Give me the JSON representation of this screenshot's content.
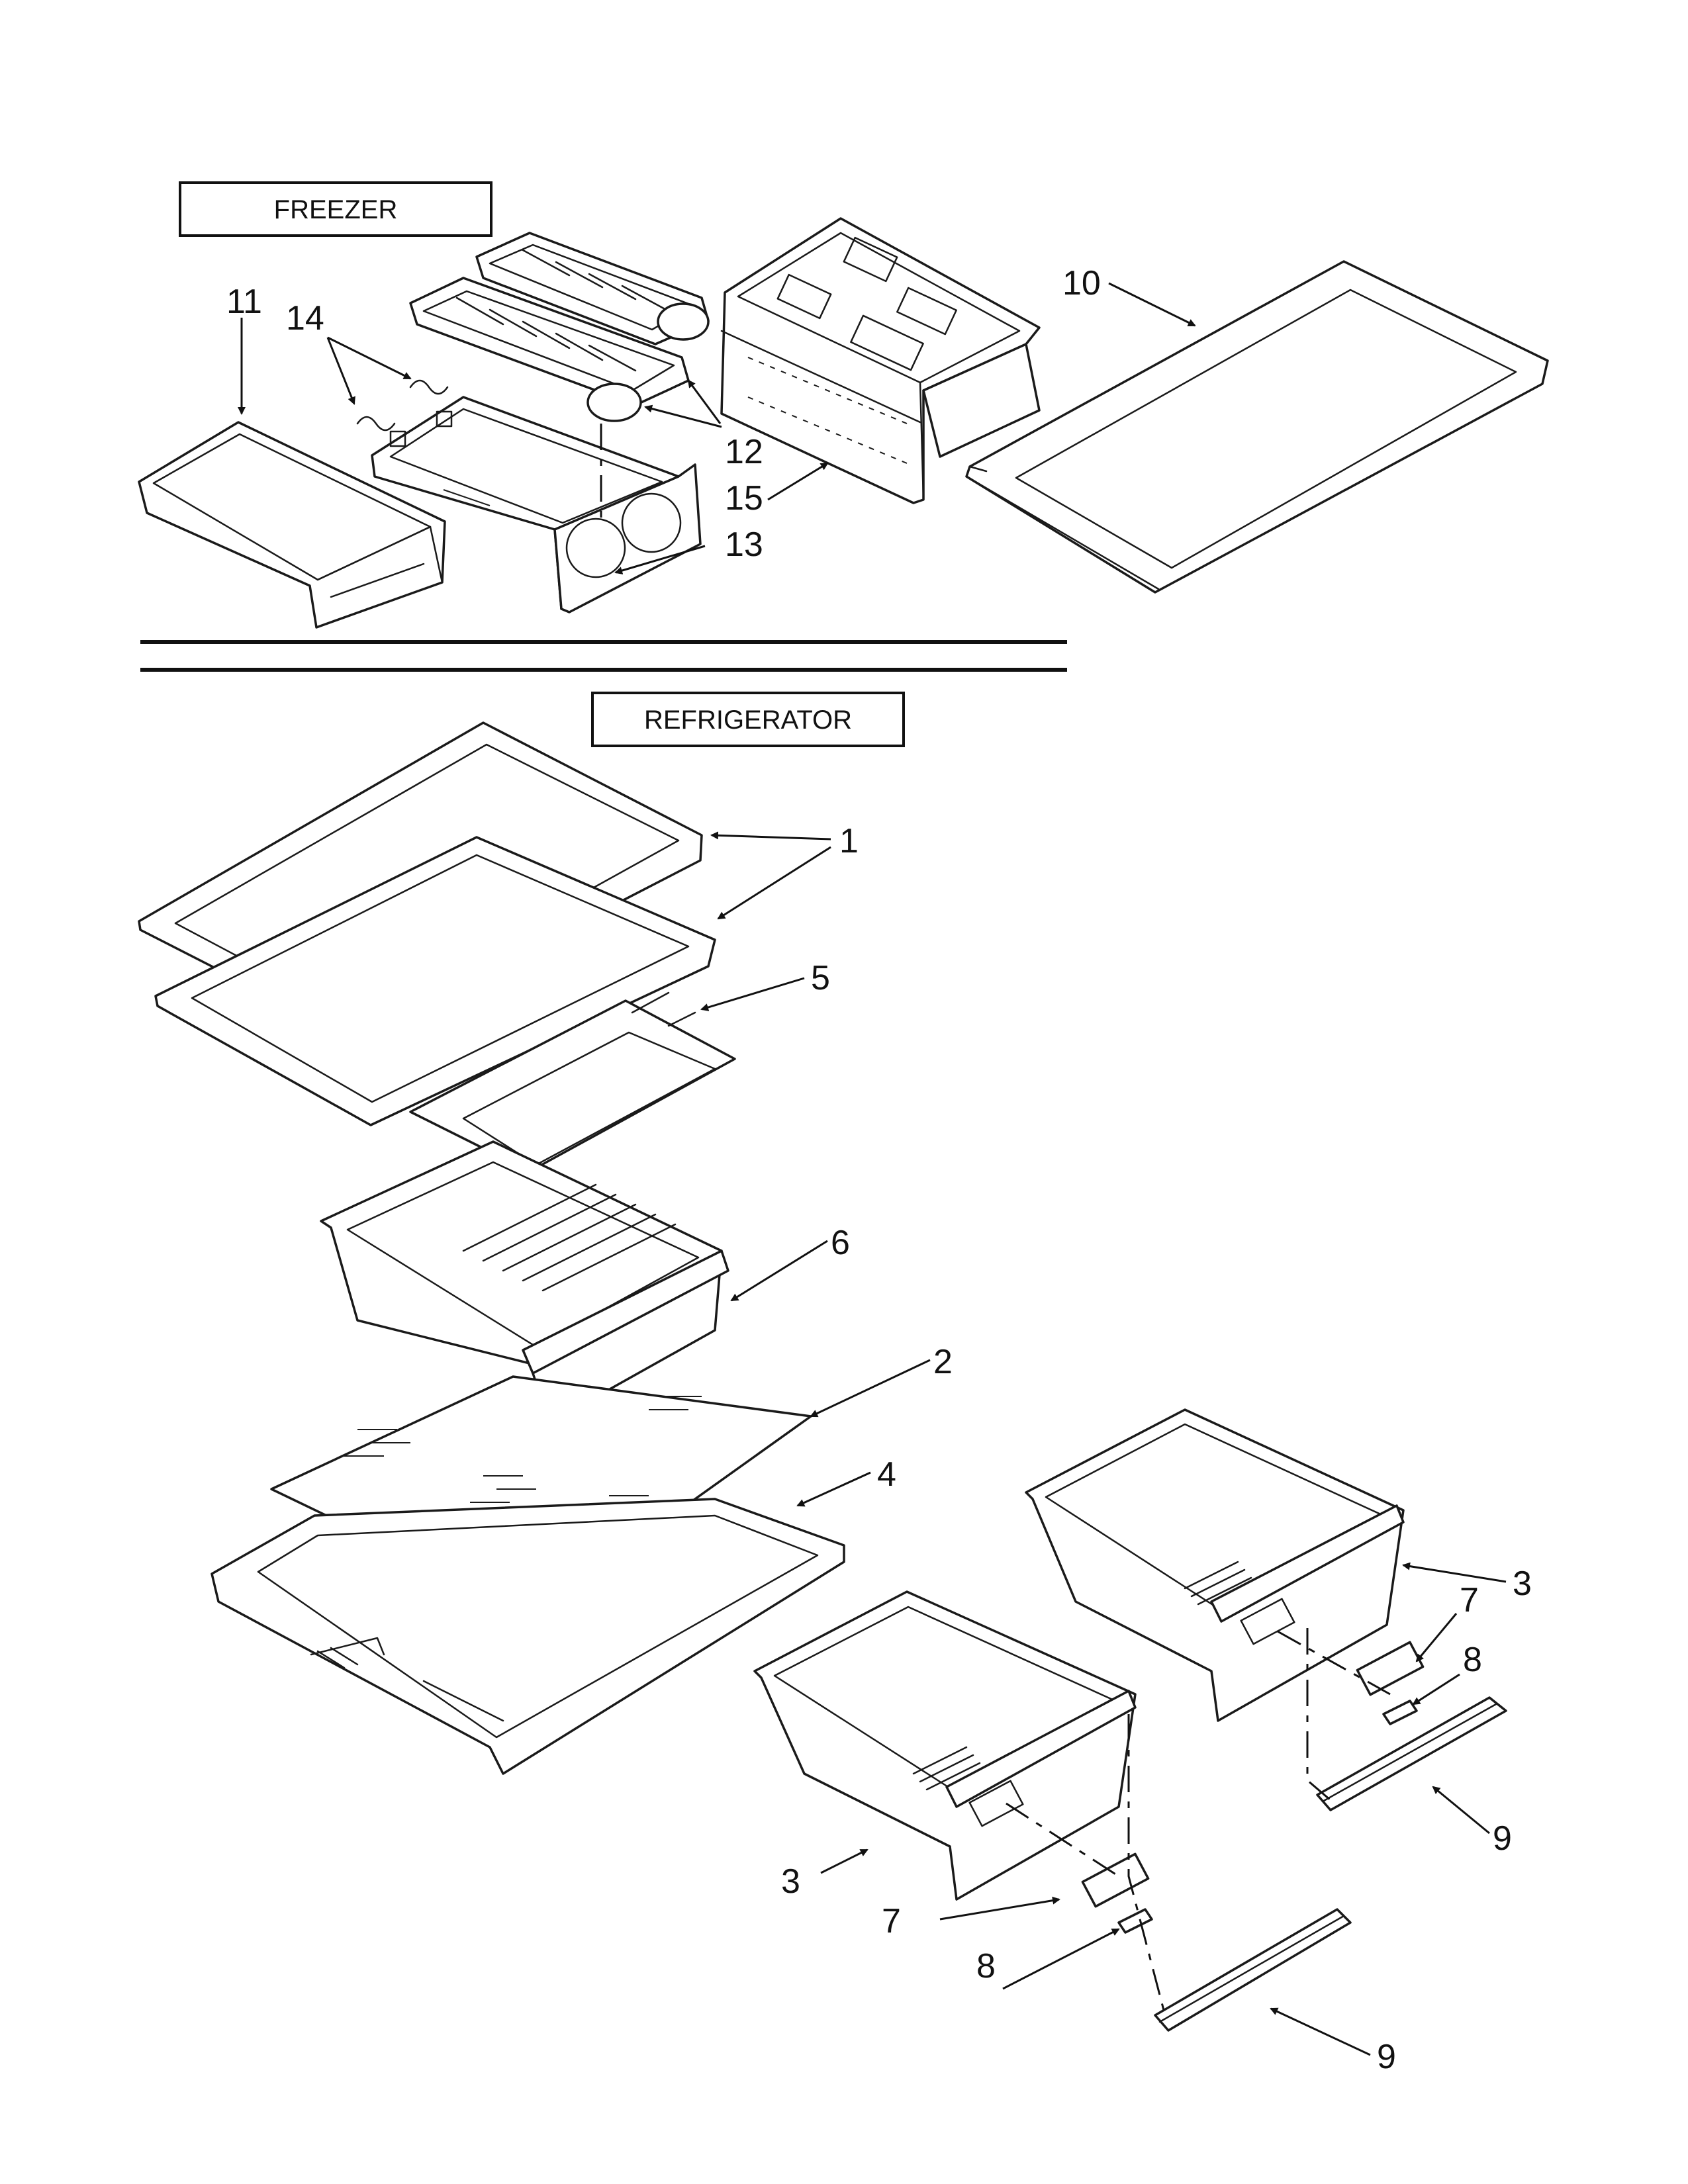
{
  "sections": {
    "freezer": "FREEZER",
    "refrigerator": "REFRIGERATOR"
  },
  "callouts": {
    "c1": "1",
    "c2": "2",
    "c3a": "3",
    "c3b": "3",
    "c4": "4",
    "c5": "5",
    "c6": "6",
    "c7a": "7",
    "c7b": "7",
    "c8a": "8",
    "c8b": "8",
    "c9a": "9",
    "c9b": "9",
    "c10": "10",
    "c11": "11",
    "c12": "12",
    "c13": "13",
    "c14": "14",
    "c15": "15"
  }
}
